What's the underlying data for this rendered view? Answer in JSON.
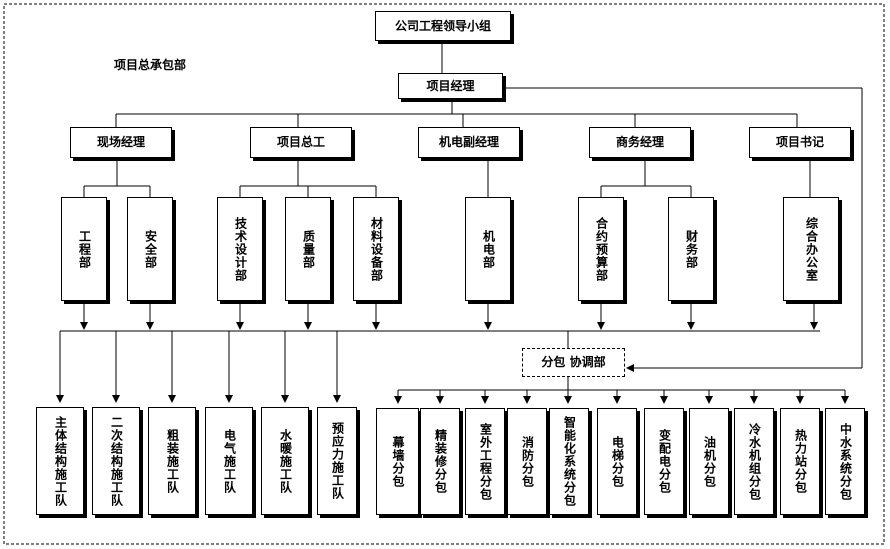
{
  "caption": "项目总承包部",
  "nodes": {
    "leadership": "公司工程领导小组",
    "pm": "项目经理",
    "field_manager": "现场经理",
    "chief_engineer": "项目总工",
    "me_deputy": "机电副经理",
    "commercial_manager": "商务经理",
    "party_secretary": "项目书记",
    "engineering_dept": "工程部",
    "safety_dept": "安全部",
    "tech_design_dept": "技术设计部",
    "quality_dept": "质量部",
    "materials_dept": "材料设备部",
    "me_dept": "机电部",
    "contract_budget_dept": "合约预算部",
    "finance_dept": "财务部",
    "general_office": "综合办公室",
    "subcontract_coordination": "分包 协调部",
    "t1": "主体结构施工队",
    "t2": "二次结构施工队",
    "t3": "粗装施工队",
    "t4": "电气施工队",
    "t5": "水暖施工队",
    "t6": "预应力施工队",
    "s1": "幕墙分包",
    "s2": "精装修分包",
    "s3": "室外工程分包",
    "s4": "消防分包",
    "s5": "智能化系统分包",
    "s6": "电梯分包",
    "s7": "变配电分包",
    "s8": "油机分包",
    "s9": "冷水机组分包",
    "s10": "热力站分包",
    "s11": "中水系统分包"
  }
}
